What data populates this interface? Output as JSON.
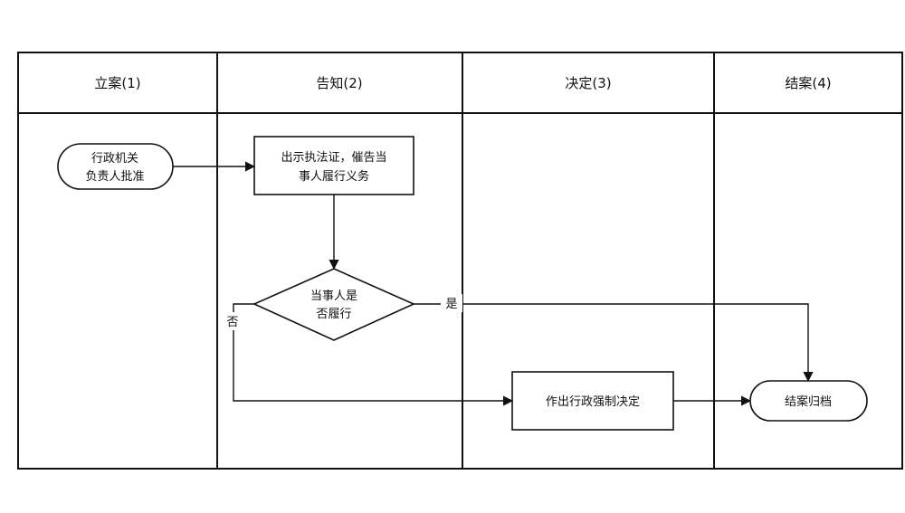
{
  "lanes": [
    {
      "id": "lane-1",
      "title": "立案(1)"
    },
    {
      "id": "lane-2",
      "title": "告知(2)"
    },
    {
      "id": "lane-3",
      "title": "决定(3)"
    },
    {
      "id": "lane-4",
      "title": "结案(4)"
    }
  ],
  "nodes": {
    "approve": {
      "shape": "terminal",
      "lines": [
        "行政机关",
        "负责人批准"
      ]
    },
    "notify": {
      "shape": "process",
      "lines": [
        "出示执法证，催告当",
        "事人履行义务"
      ]
    },
    "decision": {
      "shape": "decision",
      "lines": [
        "当事人是",
        "否履行"
      ]
    },
    "enforce": {
      "shape": "process",
      "lines": [
        "作出行政强制决定"
      ]
    },
    "archive": {
      "shape": "terminal",
      "lines": [
        "结案归档"
      ]
    }
  },
  "edges": [
    {
      "id": "approve-to-notify",
      "from": "approve",
      "to": "notify",
      "label": ""
    },
    {
      "id": "notify-to-decision",
      "from": "notify",
      "to": "decision",
      "label": ""
    },
    {
      "id": "decision-yes-to-archive",
      "from": "decision",
      "to": "archive",
      "label": "是"
    },
    {
      "id": "decision-no-to-enforce",
      "from": "decision",
      "to": "enforce",
      "label": "否"
    },
    {
      "id": "enforce-to-archive",
      "from": "enforce",
      "to": "archive",
      "label": ""
    }
  ]
}
